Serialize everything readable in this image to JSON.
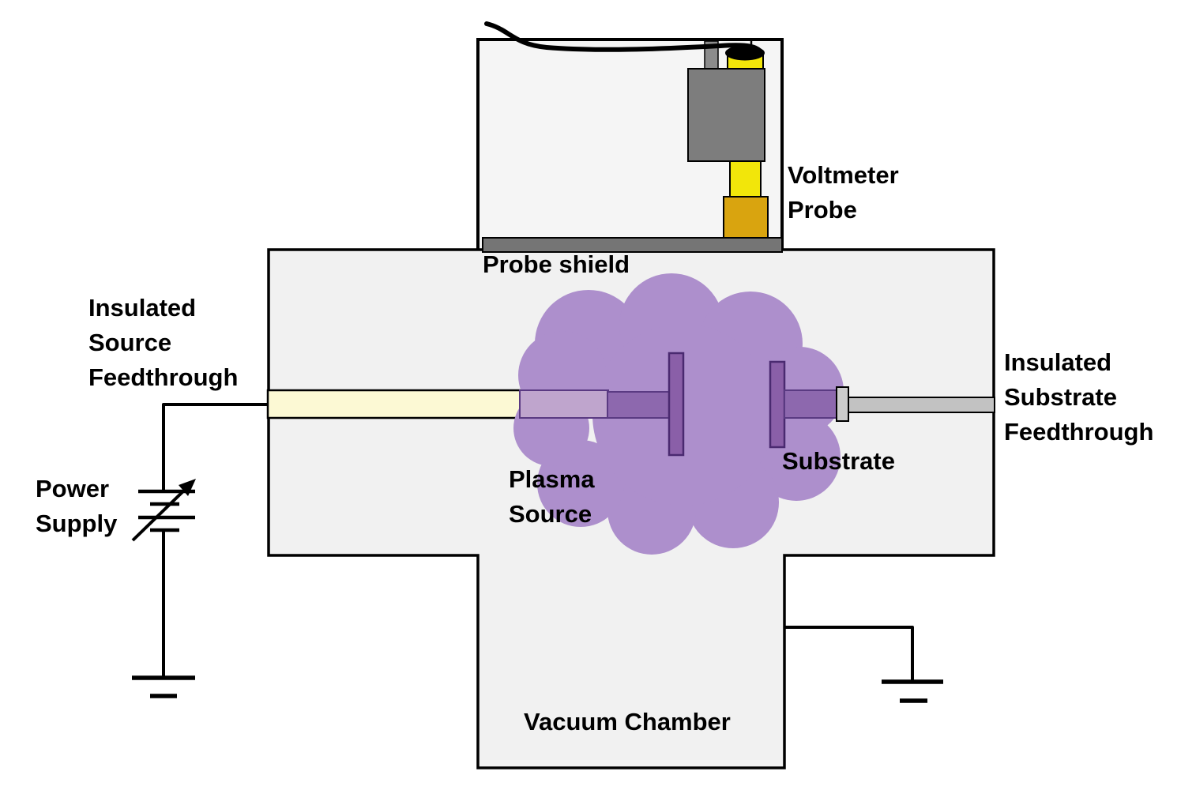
{
  "colors": {
    "background": "#ffffff",
    "chamber_fill": "#f1f1f1",
    "enclosure_fill": "#f5f5f5",
    "outline": "#000000",
    "shield_bar": "#757575",
    "probe_body": "#7d7d7d",
    "stem": "#8c8c8c",
    "bright_yellow": "#f2e60a",
    "tip_orange": "#d9a40f",
    "pale_yellow": "#fcf9d4",
    "plasma": "#ad8fcc",
    "rod_lavender": "#bfa5cd",
    "rod_purple": "#8d68ae",
    "rod_dark_outline": "#5a3a82",
    "plate_fill": "#8a5fa8",
    "plate_outline": "#4a2a70",
    "gray_rod": "#c2c2c2",
    "gray_block": "#cccccc"
  },
  "labels": {
    "voltmeter_probe": [
      "Voltmeter",
      "Probe"
    ],
    "probe_shield": "Probe shield",
    "insulated_source_feedthrough": [
      "Insulated",
      "Source",
      "Feedthrough"
    ],
    "power_supply": [
      "Power",
      "Supply"
    ],
    "plasma_source": [
      "Plasma",
      "Source"
    ],
    "substrate": "Substrate",
    "insulated_substrate_feedthrough": [
      "Insulated",
      "Substrate",
      "Feedthrough"
    ],
    "vacuum_chamber": "Vacuum Chamber"
  }
}
